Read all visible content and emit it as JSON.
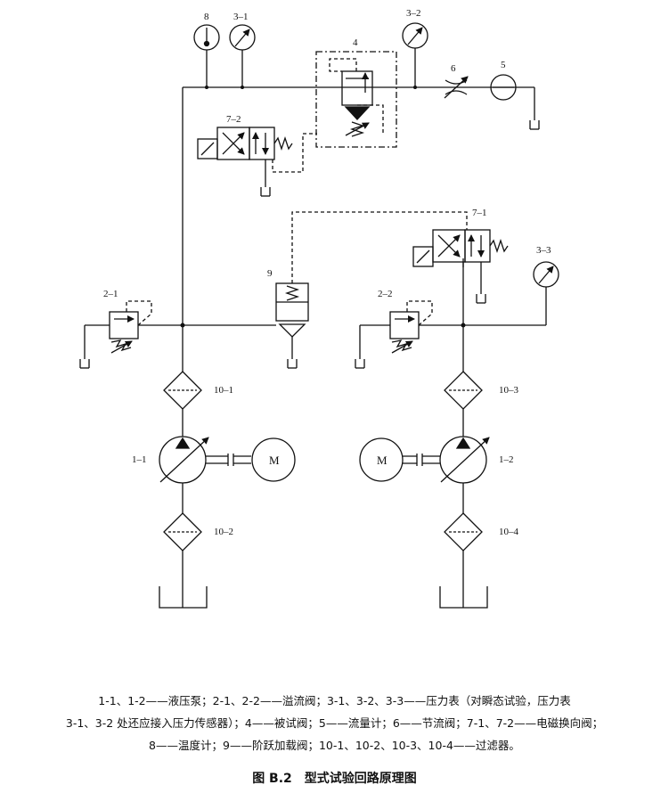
{
  "labels": {
    "c8": "8",
    "c3_1": "3–1",
    "c3_2": "3–2",
    "c4": "4",
    "c6": "6",
    "c5": "5",
    "c7_2": "7–2",
    "c7_1": "7–1",
    "c3_3": "3–3",
    "c9": "9",
    "c2_1": "2–1",
    "c2_2": "2–2",
    "c10_1": "10–1",
    "c10_2": "10–2",
    "c10_3": "10–3",
    "c10_4": "10–4",
    "c1_1": "1–1",
    "c1_2": "1–2",
    "motor_left": "M",
    "motor_right": "M"
  },
  "legend": {
    "line1": "1-1、1-2——液压泵；2-1、2-2——溢流阀；3-1、3-2、3-3——压力表（对瞬态试验，压力表",
    "line2": "3-1、3-2 处还应接入压力传感器）；4——被试阀；5——流量计；6——节流阀；7-1、7-2——电磁换向阀；",
    "line3": "8——温度计；9——阶跃加载阀；10-1、10-2、10-3、10-4——过滤器。"
  },
  "caption": "图 B.2　型式试验回路原理图"
}
